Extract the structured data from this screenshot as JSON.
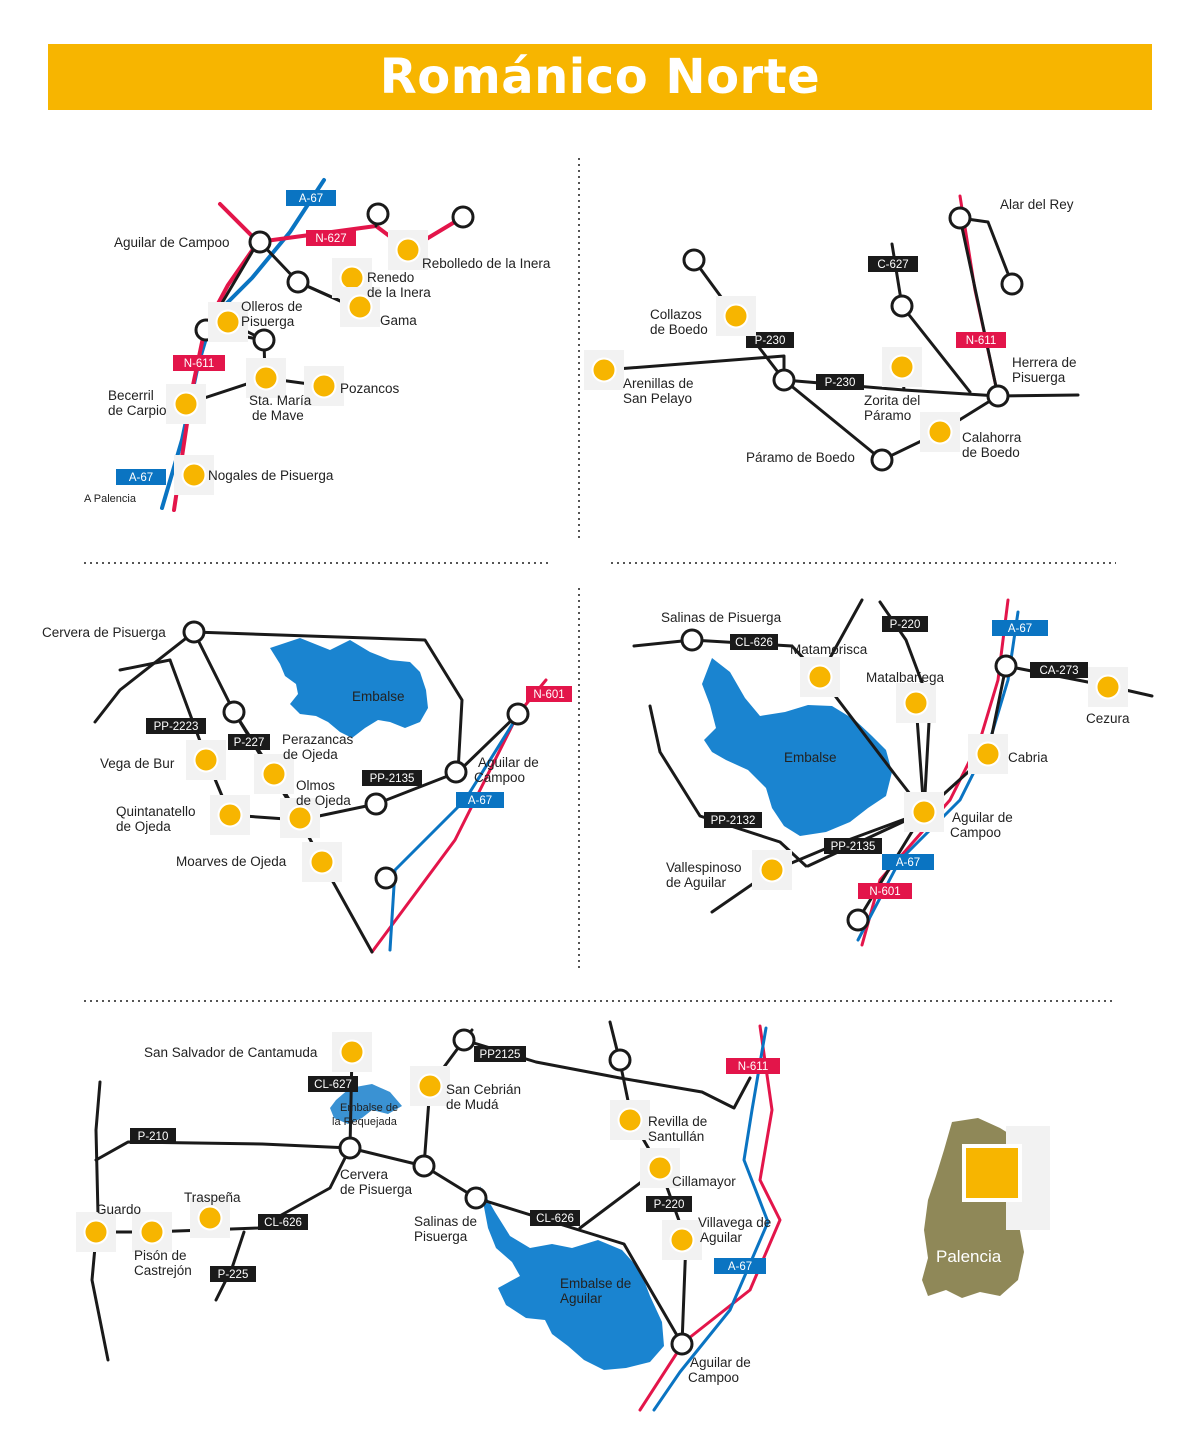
{
  "header": {
    "title": "Románico Norte"
  },
  "colors": {
    "accent_yellow": "#f7b500",
    "road_red": "#e3154a",
    "road_blue": "#0a74c2",
    "water_blue": "#1a84d0",
    "road_black": "#1a1a1a",
    "province_olive": "#8f8858"
  },
  "maps": {
    "map1": {
      "places": {
        "aguilar": "Aguilar de Campoo",
        "rebolledo": "Rebolledo de la Inera",
        "renedo_1": "Renedo",
        "renedo_2": "de la Inera",
        "gama": "Gama",
        "olleros_1": "Olleros de",
        "olleros_2": "Pisuerga",
        "pozancos": "Pozancos",
        "becerril_1": "Becerril",
        "becerril_2": "de Carpio",
        "stamaria_1": "Sta. María",
        "stamaria_2": "de Mave",
        "nogales": "Nogales de Pisuerga",
        "apalencia": "A Palencia"
      },
      "roads": {
        "a67_top": "A-67",
        "n627": "N-627",
        "n611": "N-611",
        "a67_bottom": "A-67"
      }
    },
    "map2": {
      "places": {
        "alar": "Alar del Rey",
        "collazos_1": "Collazos",
        "collazos_2": "de Boedo",
        "arenillas_1": "Arenillas de",
        "arenillas_2": "San Pelayo",
        "herrera_1": "Herrera de",
        "herrera_2": "Pisuerga",
        "zorita_1": "Zorita del",
        "zorita_2": "Páramo",
        "calahorra_1": "Calahorra",
        "calahorra_2": "de Boedo",
        "paramo": "Páramo de Boedo"
      },
      "roads": {
        "c627": "C-627",
        "n611": "N-611",
        "p230_a": "P-230",
        "p230_b": "P-230"
      }
    },
    "map3": {
      "places": {
        "cervera": "Cervera de Pisuerga",
        "embalse": "Embalse",
        "vega": "Vega de Bur",
        "perazancas_1": "Perazancas",
        "perazancas_2": "de Ojeda",
        "olmos_1": "Olmos",
        "olmos_2": "de Ojeda",
        "quintanatello_1": "Quintanatello",
        "quintanatello_2": "de Ojeda",
        "moarves": "Moarves de Ojeda",
        "aguilar_1": "Aguilar de",
        "aguilar_2": "Campoo"
      },
      "roads": {
        "pp2223": "PP-2223",
        "p227": "P-227",
        "pp2135": "PP-2135",
        "n601": "N-601",
        "a67": "A-67"
      }
    },
    "map4": {
      "places": {
        "salinas": "Salinas de Pisuerga",
        "matamorisca": "Matamorisca",
        "matalbariega": "Matalbariega",
        "cezura": "Cezura",
        "embalse": "Embalse",
        "cabria": "Cabria",
        "aguilar_1": "Aguilar de",
        "aguilar_2": "Campoo",
        "vallespinoso_1": "Vallespinoso",
        "vallespinoso_2": "de Aguilar"
      },
      "roads": {
        "cl626": "CL-626",
        "p220": "P-220",
        "a67_top": "A-67",
        "ca273": "CA-273",
        "pp2132": "PP-2132",
        "pp2135": "PP-2135",
        "a67_mid": "A-67",
        "n601": "N-601"
      }
    },
    "map5": {
      "places": {
        "sansalvador": "San Salvador de Cantamuda",
        "sancebrian_1": "San Cebrián",
        "sancebrian_2": "de Mudá",
        "requejada_1": "Embalse de",
        "requejada_2": "la Requejada",
        "revilla_1": "Revilla de",
        "revilla_2": "Santullán",
        "cillamayor": "Cillamayor",
        "cervera_1": "Cervera",
        "cervera_2": "de Pisuerga",
        "guardo": "Guardo",
        "traspena": "Traspeña",
        "salinas_1": "Salinas de",
        "salinas_2": "Pisuerga",
        "villavega_1": "Villavega de",
        "villavega_2": "Aguilar",
        "pison_1": "Pisón de",
        "pison_2": "Castrejón",
        "embalse_1": "Embalse de",
        "embalse_2": "Aguilar",
        "aguilar_1": "Aguilar de",
        "aguilar_2": "Campoo"
      },
      "roads": {
        "pp2125": "PP2125",
        "cl627": "CL-627",
        "n611": "N-611",
        "p210": "P-210",
        "cl626_a": "CL-626",
        "cl626_b": "CL-626",
        "p220": "P-220",
        "a67": "A-67",
        "p225": "P-225"
      }
    },
    "locator": {
      "province": "Palencia"
    }
  }
}
